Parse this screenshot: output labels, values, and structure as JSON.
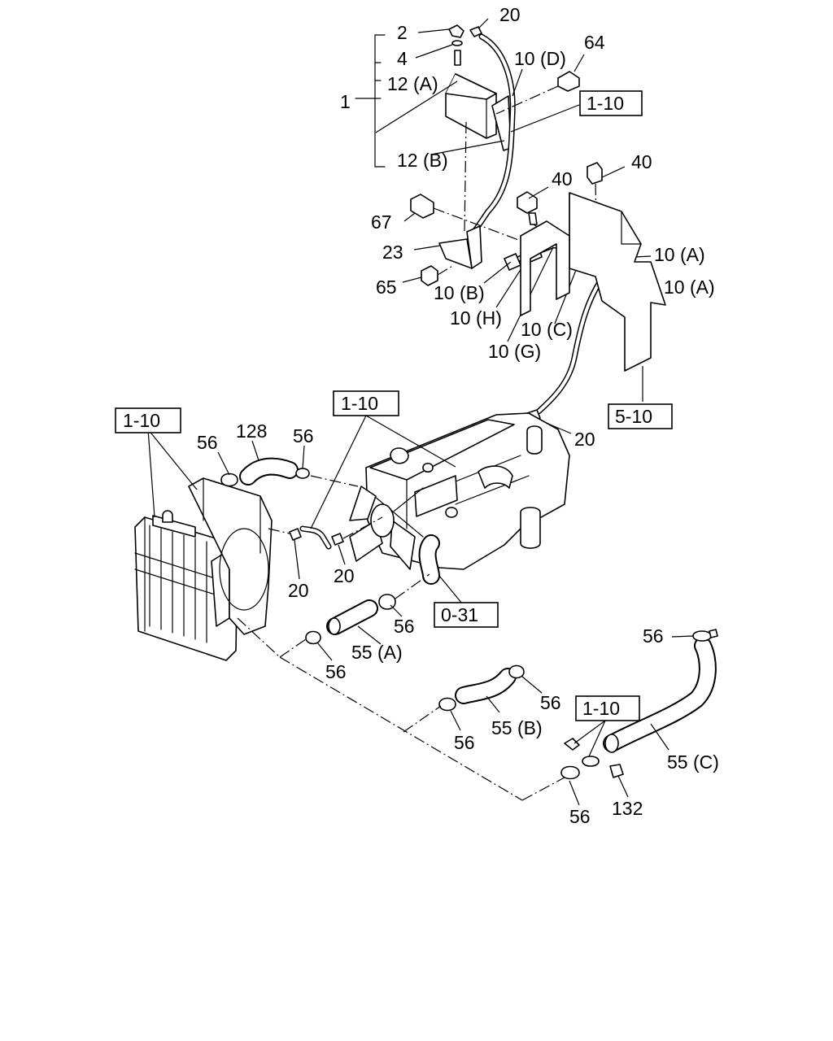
{
  "diagram": {
    "labels": {
      "l2": "2",
      "l4": "4",
      "l12a": "12 (A)",
      "l1": "1",
      "l12b": "12 (B)",
      "l20_top": "20",
      "l10d": "10 (D)",
      "l64": "64",
      "l40_left": "40",
      "l40_right": "40",
      "l67": "67",
      "l23": "23",
      "l65": "65",
      "l10b": "10 (B)",
      "l10h": "10 (H)",
      "l10c": "10 (C)",
      "l10g": "10 (G)",
      "l10a_top": "10 (A)",
      "l10a_bot": "10 (A)",
      "l20_mid": "20",
      "l128": "128",
      "l56_a": "56",
      "l56_b": "56",
      "l20_c": "20",
      "l20_d": "20",
      "l56_c": "56",
      "l55a": "55 (A)",
      "l56_d": "56",
      "l56_e": "56",
      "l56_f": "56",
      "l55b": "55 (B)",
      "l56_g": "56",
      "l55c": "55 (C)",
      "l132": "132",
      "l56_h": "56"
    },
    "refs": {
      "r1": "1-10",
      "r2": "1-10",
      "r3": "1-10",
      "r4": "1-10",
      "r5": "5-10",
      "r6": "0-31"
    }
  }
}
